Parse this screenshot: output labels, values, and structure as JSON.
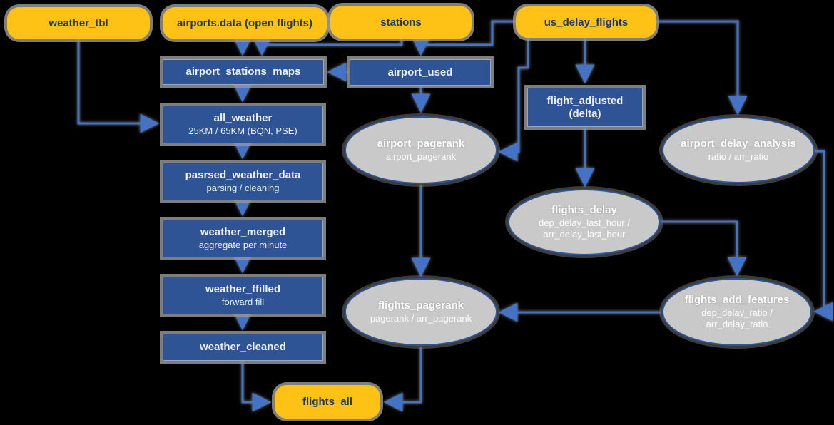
{
  "diagram": {
    "title": "flights + weather data pipeline flowchart",
    "colors": {
      "background": "#000000",
      "source_fill": "#fdc215",
      "source_text": "#1f3864",
      "process_fill": "#2f5496",
      "process_text": "#eef0f6",
      "output_fill": "#c9c9c9",
      "output_border": "#2e5596",
      "arrow": "#4472c4"
    },
    "nodes": {
      "weather_tbl": {
        "type": "source",
        "label": "weather_tbl"
      },
      "airports_data": {
        "type": "source",
        "label": "airports.data (open flights)"
      },
      "stations": {
        "type": "source",
        "label": "stations"
      },
      "us_delay_flights": {
        "type": "source",
        "label": "us_delay_flights"
      },
      "airport_stations_maps": {
        "type": "process",
        "label": "airport_stations_maps"
      },
      "airport_used": {
        "type": "process",
        "label": "airport_used"
      },
      "all_weather": {
        "type": "process",
        "label": "all_weather",
        "sublabel": "25KM / 65KM (BQN, PSE)"
      },
      "pasrsed_weather_data": {
        "type": "process",
        "label": "pasrsed_weather_data",
        "sublabel": "parsing / cleaning"
      },
      "weather_merged": {
        "type": "process",
        "label": "weather_merged",
        "sublabel": "aggregate per minute"
      },
      "weather_ffilled": {
        "type": "process",
        "label": "weather_ffilled",
        "sublabel": "forward fill"
      },
      "weather_cleaned": {
        "type": "process",
        "label": "weather_cleaned"
      },
      "flight_adjusted": {
        "type": "process",
        "label": "flight_adjusted",
        "sublabel": "(delta)"
      },
      "airport_pagerank": {
        "type": "output",
        "label": "airport_pagerank",
        "sublabel": "airport_pagerank"
      },
      "airport_delay_analysis": {
        "type": "output",
        "label": "airport_delay_analysis",
        "sublabel": "ratio / arr_ratio"
      },
      "flights_delay": {
        "type": "output",
        "label": "flights_delay",
        "sublabel": "dep_delay_last_hour / arr_delay_last_hour"
      },
      "flights_pagerank": {
        "type": "output",
        "label": "flights_pagerank",
        "sublabel": "pagerank / arr_pagerank"
      },
      "flights_add_features": {
        "type": "output",
        "label": "flights_add_features",
        "sublabel": "dep_delay_ratio / arr_delay_ratio"
      },
      "flights_all": {
        "type": "source",
        "label": "flights_all"
      }
    },
    "edges": [
      {
        "from": "weather_tbl",
        "to": "all_weather"
      },
      {
        "from": "airports_data",
        "to": "airport_stations_maps"
      },
      {
        "from": "stations",
        "to": "airport_stations_maps"
      },
      {
        "from": "us_delay_flights",
        "to": "airport_used"
      },
      {
        "from": "airport_used",
        "to": "airport_stations_maps"
      },
      {
        "from": "airport_stations_maps",
        "to": "all_weather"
      },
      {
        "from": "all_weather",
        "to": "pasrsed_weather_data"
      },
      {
        "from": "pasrsed_weather_data",
        "to": "weather_merged"
      },
      {
        "from": "weather_merged",
        "to": "weather_ffilled"
      },
      {
        "from": "weather_ffilled",
        "to": "weather_cleaned"
      },
      {
        "from": "weather_cleaned",
        "to": "flights_all"
      },
      {
        "from": "airport_used",
        "to": "airport_pagerank"
      },
      {
        "from": "us_delay_flights",
        "to": "airport_pagerank"
      },
      {
        "from": "us_delay_flights",
        "to": "flight_adjusted"
      },
      {
        "from": "us_delay_flights",
        "to": "airport_delay_analysis"
      },
      {
        "from": "flight_adjusted",
        "to": "flights_delay"
      },
      {
        "from": "flights_delay",
        "to": "flights_add_features"
      },
      {
        "from": "airport_delay_analysis",
        "to": "flights_add_features"
      },
      {
        "from": "airport_pagerank",
        "to": "flights_pagerank"
      },
      {
        "from": "flights_add_features",
        "to": "flights_pagerank"
      },
      {
        "from": "flights_pagerank",
        "to": "flights_all"
      }
    ]
  }
}
